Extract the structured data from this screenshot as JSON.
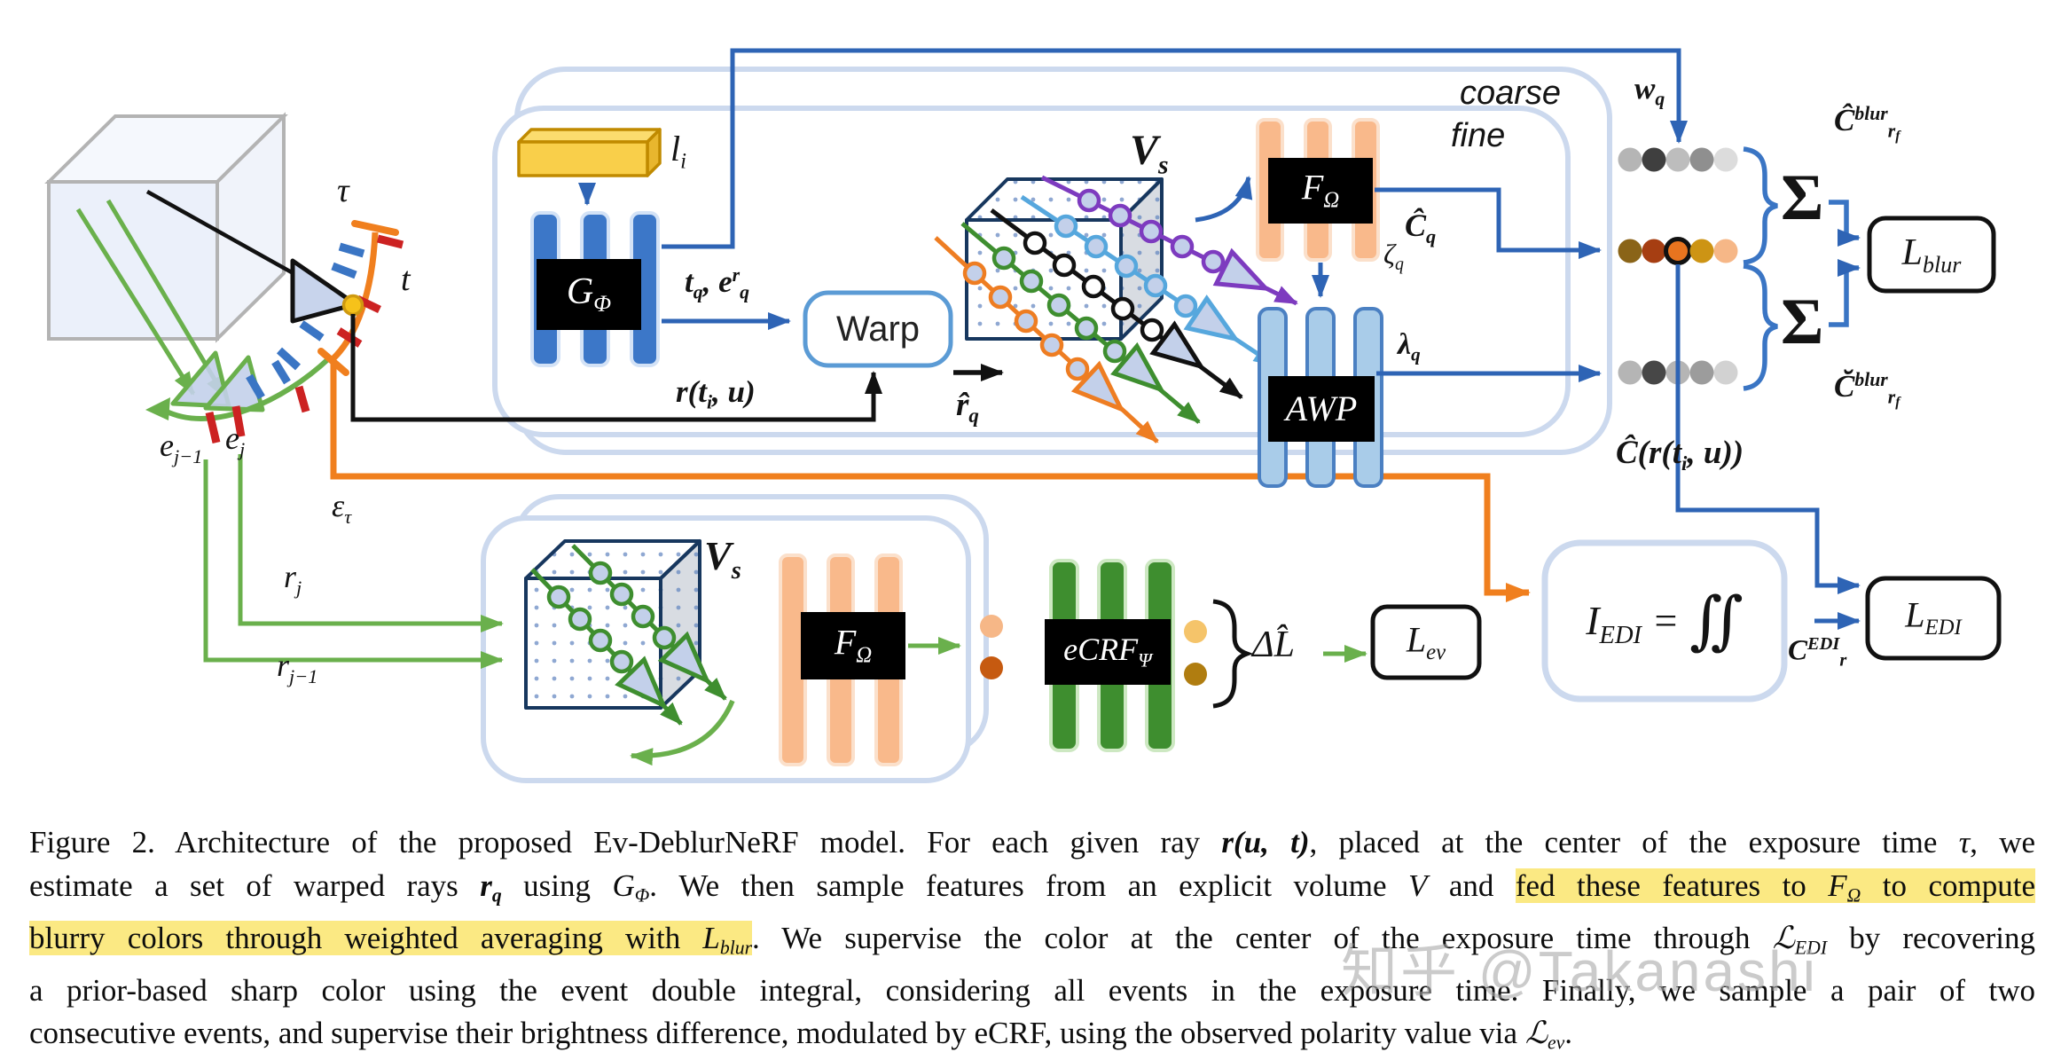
{
  "watermark": "知乎 @Takanashi",
  "colors": {
    "accent_blue": "#2e64b5",
    "panel_border": "#ccd9ee",
    "green": "#6ab04c",
    "orange_line": "#f07f1e",
    "red_tick": "#cc2222",
    "blue_tick": "#3a75c4",
    "highlight": "#fbe983",
    "mlp_blue": "#3c77c8",
    "mlp_orange": "#f9b98b",
    "mlp_lightblue": "#a9cce9",
    "mlp_green": "#3e8e2f",
    "yellow_bar": "#f9cf4a"
  },
  "dots": {
    "w_row": [
      "#b5b5b5",
      "#3f3f3f",
      "#bdbdbd",
      "#8f8f8f",
      "#dcdcdc"
    ],
    "color_row": [
      "#8a6418",
      "#a63e12",
      {
        "c": "#e8741f",
        "ring": true
      },
      "#cd9414",
      "#f6b787"
    ],
    "lambda_row": [
      "#b5b5b5",
      "#474747",
      "#b5b5b5",
      "#9c9c9c",
      "#d2d2d2"
    ],
    "ev_in": [
      "#f6b787",
      "#c65a10"
    ],
    "ev_out": [
      "#f5c46a",
      "#b07d10"
    ]
  },
  "labels": {
    "tau": "τ",
    "t": "t",
    "sigma": "Σ",
    "e_prev": [
      {
        "t": "e"
      },
      {
        "t": "j−1",
        "s": "sub"
      }
    ],
    "e_cur": [
      {
        "t": "e"
      },
      {
        "t": "j",
        "s": "sub"
      }
    ],
    "eps_tau": [
      {
        "t": "ε"
      },
      {
        "t": "τ",
        "s": "sub"
      }
    ],
    "r_j": [
      {
        "t": "r"
      },
      {
        "t": "j",
        "s": "sub"
      }
    ],
    "r_jm1": [
      {
        "t": "r"
      },
      {
        "t": "j−1",
        "s": "sub"
      }
    ],
    "l_i": [
      {
        "t": "l"
      },
      {
        "t": "i",
        "s": "sub"
      }
    ],
    "g_phi": [
      {
        "t": "G"
      },
      {
        "t": "Φ",
        "s": "sub"
      }
    ],
    "warp": "Warp",
    "tq_eqr": [
      {
        "t": "t"
      },
      {
        "t": "q",
        "s": "sub"
      },
      {
        "t": ", "
      },
      {
        "t": "e"
      },
      {
        "t": "r",
        "s": "sup"
      },
      {
        "t": "q",
        "s": "sub"
      }
    ],
    "r_tiu": [
      {
        "t": "r("
      },
      {
        "t": "t"
      },
      {
        "t": "i",
        "s": "sub"
      },
      {
        "t": ", u)"
      }
    ],
    "vs_top": [
      {
        "t": "V"
      },
      {
        "t": "s",
        "s": "sub"
      }
    ],
    "vs_bottom": [
      {
        "t": "V"
      },
      {
        "t": "s",
        "s": "sub"
      }
    ],
    "rq_hat": [
      {
        "t": "r̂"
      },
      {
        "t": "q",
        "s": "sub"
      }
    ],
    "coarse": "coarse",
    "fine": "fine",
    "f_omega": [
      {
        "t": "F"
      },
      {
        "t": "Ω",
        "s": "sub"
      }
    ],
    "f_omega_b": [
      {
        "t": "F"
      },
      {
        "t": "Ω",
        "s": "sub"
      }
    ],
    "c_q_hat": [
      {
        "t": "Ĉ"
      },
      {
        "t": "q",
        "s": "sub"
      }
    ],
    "zeta_q": [
      {
        "t": "ζ"
      },
      {
        "t": "q",
        "s": "sub"
      }
    ],
    "awp": "AWP",
    "lambda_q": [
      {
        "t": "λ"
      },
      {
        "t": "q",
        "s": "sub"
      }
    ],
    "w_q": [
      {
        "t": "w"
      },
      {
        "t": "q",
        "s": "sub"
      }
    ],
    "c_blur_hat": [
      {
        "t": "Ĉ"
      },
      {
        "t": "blur",
        "s": "sup"
      },
      {
        "t": "r",
        "s": "sub"
      },
      {
        "t": "f",
        "s": "ssub"
      }
    ],
    "c_blur_breve": [
      {
        "t": "C̆"
      },
      {
        "t": "blur",
        "s": "sup"
      },
      {
        "t": "r",
        "s": "sub"
      },
      {
        "t": "f",
        "s": "ssub"
      }
    ],
    "l_blur": [
      {
        "t": "L"
      },
      {
        "t": "blur",
        "s": "sub"
      }
    ],
    "c_hat_rtiu": [
      {
        "t": "Ĉ(r("
      },
      {
        "t": "t"
      },
      {
        "t": "i",
        "s": "sub"
      },
      {
        "t": ", u))"
      }
    ],
    "i_edi": [
      {
        "t": "I"
      },
      {
        "t": "EDI",
        "s": "sub"
      },
      {
        "t": " = "
      },
      {
        "t": "∬",
        "s": "big"
      }
    ],
    "l_edi": [
      {
        "t": "L"
      },
      {
        "t": "EDI",
        "s": "sub"
      }
    ],
    "c_r_edi": [
      {
        "t": "C"
      },
      {
        "t": "EDI",
        "s": "sup"
      },
      {
        "t": "r",
        "s": "sub"
      }
    ],
    "ecrf": [
      {
        "t": "eCRF"
      },
      {
        "t": "Ψ",
        "s": "sub"
      }
    ],
    "delta_l": "ΔL̂",
    "l_ev": [
      {
        "t": "L"
      },
      {
        "t": "ev",
        "s": "sub"
      }
    ]
  },
  "caption": {
    "lines": [
      [
        {
          "t": "Figure 2. Architecture of the proposed Ev-DeblurNeRF model. For each given ray "
        },
        {
          "t": "r(u, t)",
          "i": true,
          "b": true
        },
        {
          "t": ", placed at the center of the exposure time "
        },
        {
          "t": "τ",
          "i": true
        },
        {
          "t": ", we"
        }
      ],
      [
        {
          "t": "estimate a set of warped rays "
        },
        {
          "m": [
            {
              "t": "r"
            },
            {
              "t": "q",
              "s": "sub"
            }
          ],
          "i": true,
          "b": true
        },
        {
          "t": " using "
        },
        {
          "m": [
            {
              "t": "G"
            },
            {
              "t": "Φ",
              "s": "sub"
            }
          ],
          "i": true
        },
        {
          "t": ". We then sample features from an explicit volume "
        },
        {
          "t": "V",
          "i": true
        },
        {
          "t": " and "
        },
        {
          "t": "fed these features to ",
          "h": true
        },
        {
          "m": [
            {
              "t": "F"
            },
            {
              "t": "Ω",
              "s": "sub"
            }
          ],
          "i": true,
          "h": true
        },
        {
          "t": " to compute",
          "h": true
        }
      ],
      [
        {
          "t": "blurry colors through weighted averaging with ",
          "h": true
        },
        {
          "m": [
            {
              "t": "L"
            },
            {
              "t": "blur",
              "s": "sub"
            }
          ],
          "i": true,
          "h": true
        },
        {
          "t": ". We supervise the color at the center of the exposure time through "
        },
        {
          "m": [
            {
              "t": "ℒ"
            },
            {
              "t": "EDI",
              "s": "sub"
            }
          ],
          "i": true
        },
        {
          "t": " by recovering"
        }
      ],
      [
        {
          "t": "a prior-based sharp color using the event double integral, considering all events in the exposure time. Finally, we sample a pair of two"
        }
      ],
      [
        {
          "t": "consecutive events, and supervise their brightness difference, modulated by eCRF, using the observed polarity value via "
        },
        {
          "m": [
            {
              "t": "ℒ"
            },
            {
              "t": "ev",
              "s": "sub"
            }
          ],
          "i": true
        },
        {
          "t": "."
        }
      ]
    ]
  }
}
